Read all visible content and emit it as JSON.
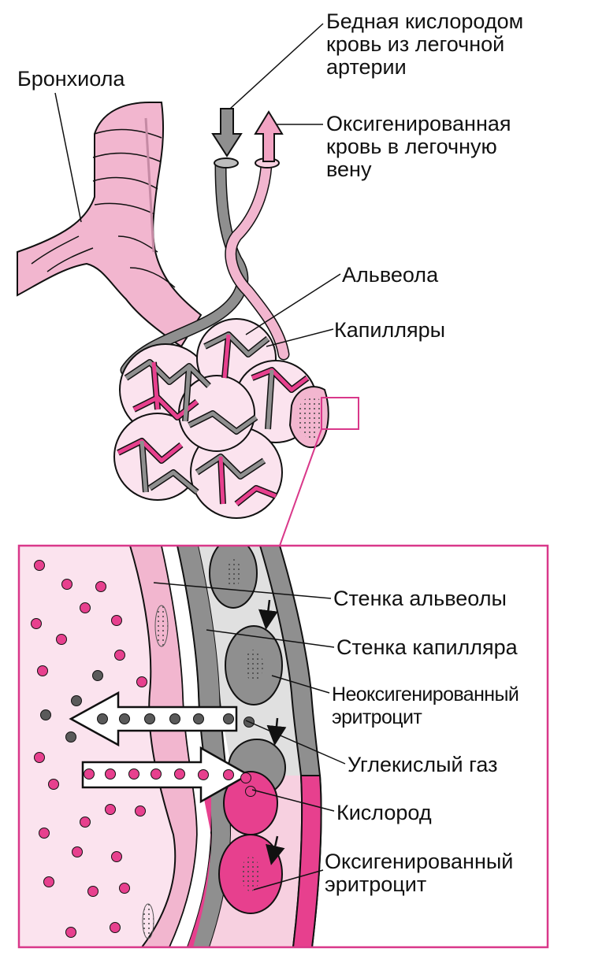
{
  "labels": {
    "bronchiole": "Бронхиола",
    "poor_blood": [
      "Бедная кислородом",
      "кровь из легочной",
      "артерии"
    ],
    "oxy_blood": [
      "Оксигенированная",
      "кровь в легочную",
      "вену"
    ],
    "alveolus": "Альвеола",
    "capillaries": "Капилляры",
    "alveolar_wall": "Стенка альвеолы",
    "capillary_wall": "Стенка капилляра",
    "deoxy_rbc": [
      "Неоксигенированный",
      "эритроцит"
    ],
    "co2": "Углекислый газ",
    "oxygen": "Кислород",
    "oxy_rbc": [
      "Оксигенированный",
      "эритроцит"
    ]
  },
  "colors": {
    "pink": "#f2b6cf",
    "pink_light": "#fbe3ee",
    "magenta": "#e7408e",
    "gray_dark": "#6a6a6a",
    "gray_mid": "#8f8f8f",
    "gray_light": "#d6d6d6",
    "frame": "#d9388a"
  }
}
